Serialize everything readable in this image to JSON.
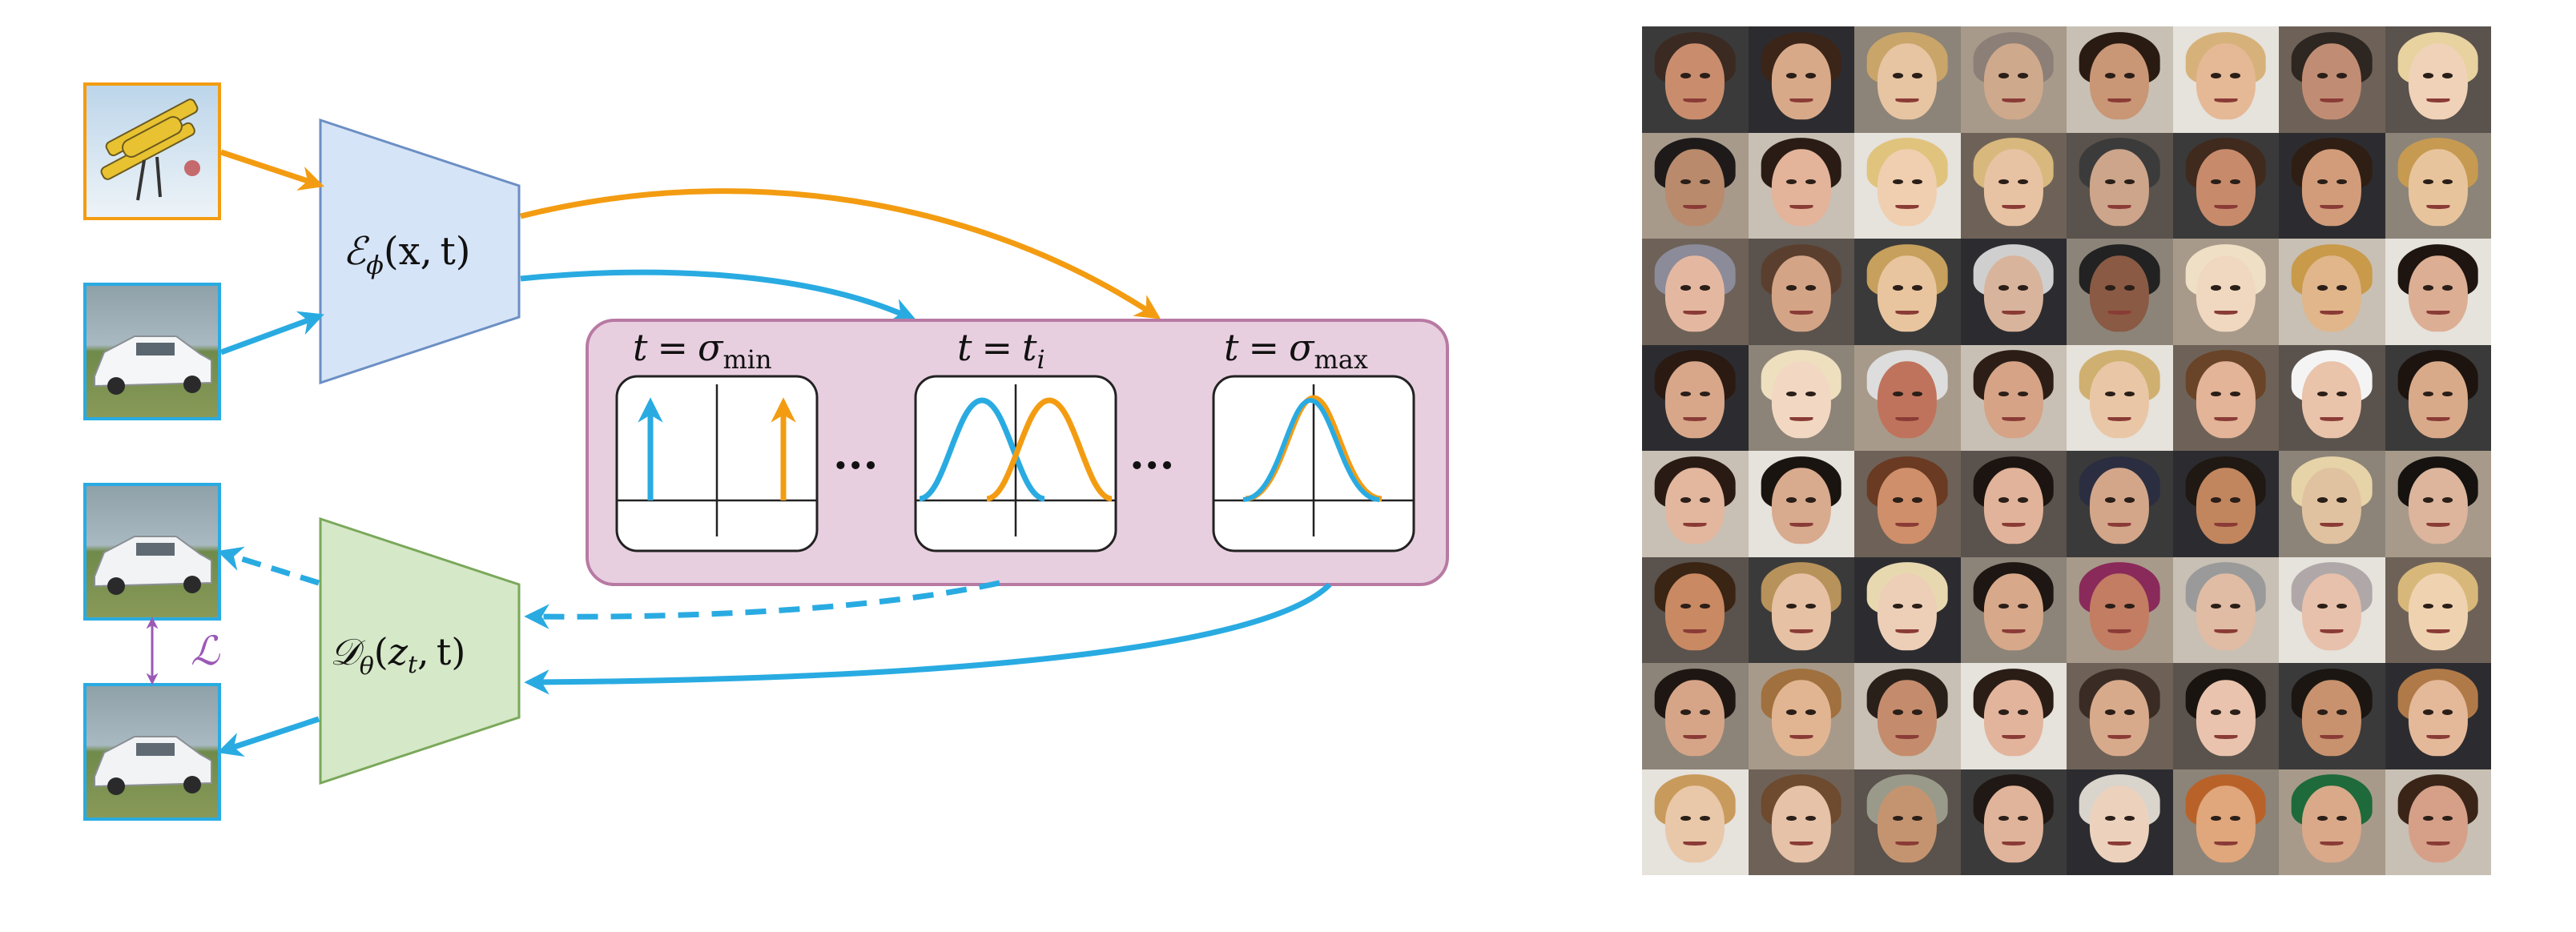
{
  "encoder": {
    "name": "ℰ",
    "sub": "ϕ",
    "args": "(x, t)",
    "color": "#d6e4f7"
  },
  "decoder": {
    "name": "𝒟",
    "sub": "θ",
    "z": "z",
    "zsub": "t",
    "args_close": ", t)",
    "color": "#d5e8c7"
  },
  "loss_symbol": "ℒ",
  "panels": [
    {
      "lhs": "t",
      "eq": "=",
      "rhs": "σ",
      "sub": "min"
    },
    {
      "lhs": "t",
      "eq": "=",
      "rhs": "t",
      "sub": "i"
    },
    {
      "lhs": "t",
      "eq": "=",
      "rhs": "σ",
      "sub": "max"
    }
  ],
  "ellipsis": "···",
  "colors": {
    "orange": "#f39c12",
    "blue": "#29abe2",
    "purple_box": "#e8cfe0",
    "purple_border": "#b87aa3",
    "loss": "#9b59b6"
  },
  "faces": [
    [
      "#c98d6e",
      "#3a2a22"
    ],
    [
      "#d8a989",
      "#3b2418"
    ],
    [
      "#e7c4a2",
      "#c9a56a"
    ],
    [
      "#cfa98c",
      "#8c7f78"
    ],
    [
      "#c99676",
      "#2a1b12"
    ],
    [
      "#e5b996",
      "#d6b27a"
    ],
    [
      "#c08d74",
      "#2e2620"
    ],
    [
      "#f0d2b8",
      "#e7d2a0"
    ],
    [
      "#b98a6c",
      "#1e1a1a"
    ],
    [
      "#e3b39a",
      "#2a1c14"
    ],
    [
      "#efcfaf",
      "#e0c37d"
    ],
    [
      "#e8c3a3",
      "#d8b87d"
    ],
    [
      "#cda58a",
      "#3b3b3b"
    ],
    [
      "#c78b6c",
      "#402a1e"
    ],
    [
      "#d29c7a",
      "#2f1e14"
    ],
    [
      "#e8c49d",
      "#c79a52"
    ],
    [
      "#e4b8a0",
      "#8b8b9a"
    ],
    [
      "#d4a486",
      "#5a3f2e"
    ],
    [
      "#e8c59f",
      "#c6a05c"
    ],
    [
      "#d9b49c",
      "#cfcfcf"
    ],
    [
      "#8a5a44",
      "#222222"
    ],
    [
      "#f0d8c0",
      "#efe0c5"
    ],
    [
      "#e0b68a",
      "#c89a4a"
    ],
    [
      "#dcae93",
      "#1e1410"
    ],
    [
      "#d8a78a",
      "#2a1a12"
    ],
    [
      "#f2d8c2",
      "#eedfbf"
    ],
    [
      "#c0735c",
      "#dddddd"
    ],
    [
      "#d6a387",
      "#2c1e16"
    ],
    [
      "#e9c7a6",
      "#d0b070"
    ],
    [
      "#e3b497",
      "#6a4428"
    ],
    [
      "#e9c3aa",
      "#f4f4f4"
    ],
    [
      "#d9aa8a",
      "#1d140f"
    ],
    [
      "#e2b79e",
      "#2a1a14"
    ],
    [
      "#d8aa8e",
      "#1a1410"
    ],
    [
      "#cf8f6a",
      "#6a3a22"
    ],
    [
      "#e1b39a",
      "#1c1410"
    ],
    [
      "#d3a68a",
      "#2a2e40"
    ],
    [
      "#c2865f",
      "#201812"
    ],
    [
      "#e0c2a0",
      "#e6d3a8"
    ],
    [
      "#dcb59c",
      "#151210"
    ],
    [
      "#c98962",
      "#3a2414"
    ],
    [
      "#e6c1a4",
      "#b7925a"
    ],
    [
      "#edcfb8",
      "#e8d8b0"
    ],
    [
      "#d7a88a",
      "#1d1612"
    ],
    [
      "#c27d63",
      "#8a2a5a"
    ],
    [
      "#e0bca4",
      "#9a9a9a"
    ],
    [
      "#e7c1ab",
      "#b0a8a8"
    ],
    [
      "#efd3b0",
      "#d8b87a"
    ],
    [
      "#d6a587",
      "#1e1612"
    ],
    [
      "#e2b592",
      "#a0703e"
    ],
    [
      "#c48c6c",
      "#2a201a"
    ],
    [
      "#e3b49c",
      "#2a1d16"
    ],
    [
      "#d8aa8c",
      "#3a2c24"
    ],
    [
      "#e9c3ad",
      "#1a1410"
    ],
    [
      "#c8926e",
      "#1c1612"
    ],
    [
      "#e4b99a",
      "#b07a48"
    ],
    [
      "#e9c7a9",
      "#c89a5c"
    ],
    [
      "#e6c2a8",
      "#6e4a2e"
    ],
    [
      "#c49470",
      "#9a9a8a"
    ],
    [
      "#e0b49a",
      "#201814"
    ],
    [
      "#ecd2bd",
      "#d9d4cc"
    ],
    [
      "#e0a67c",
      "#b8622a"
    ],
    [
      "#d9a98a",
      "#1e6a3a"
    ],
    [
      "#d6a088",
      "#3a2418"
    ]
  ]
}
